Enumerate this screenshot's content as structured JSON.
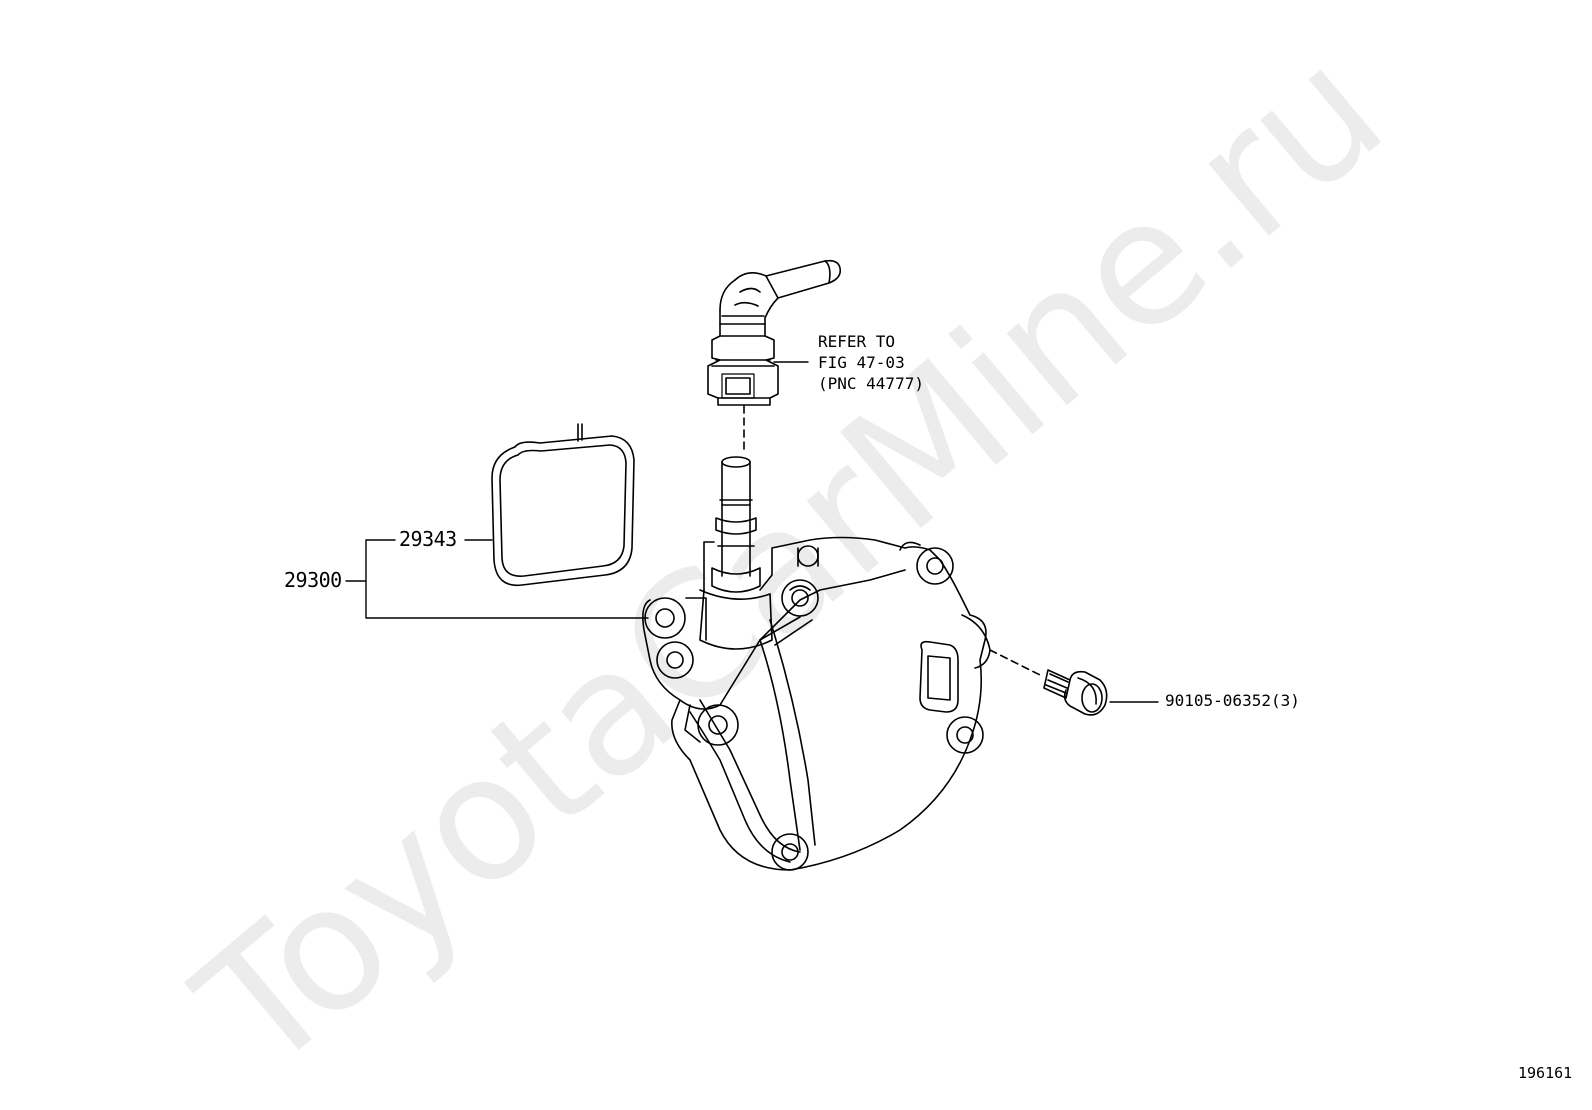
{
  "watermark": "ToyotaCarMine.ru",
  "callouts": {
    "refer_line1": "REFER TO",
    "refer_line2": "FIG 47-03",
    "refer_line3": "(PNC 44777)",
    "gasket_part": "29343",
    "pump_assembly_part": "29300",
    "bolt_part": "90105-06352(3)"
  },
  "illustration_number": "196161",
  "icons": {
    "hose_connector": "hose-connector-icon",
    "gasket": "gasket-ring-icon",
    "vacuum_pump": "vacuum-pump-icon",
    "bolt": "flange-bolt-icon"
  }
}
